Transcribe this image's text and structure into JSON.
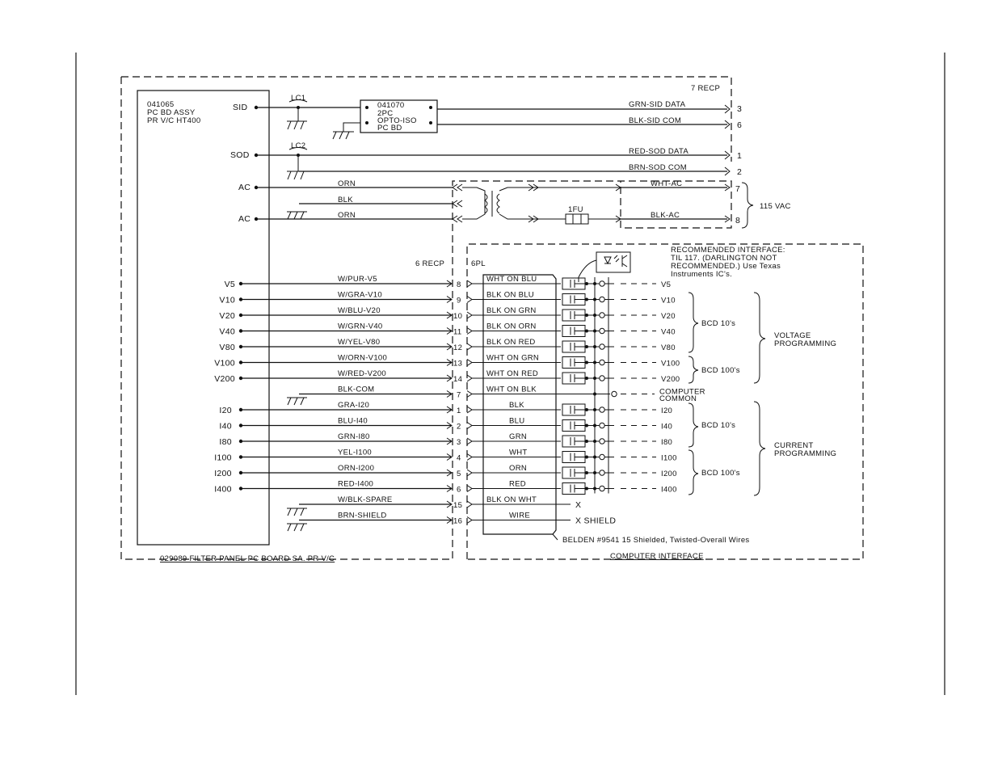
{
  "board": {
    "line1": "041065",
    "line2": "PC BD ASSY",
    "line3": "PR V/C HT400"
  },
  "opto": {
    "line1": "041070",
    "line2": "2PC",
    "line3": "OPTO-ISO",
    "line4": "PC BD"
  },
  "chokes": {
    "lc1": "LC1",
    "lc2": "LC2"
  },
  "fuse": "1FU",
  "recp7": "7 RECP",
  "recp6": "6 RECP",
  "plug6": "6PL",
  "vac_label": "115 VAC",
  "top_signals": [
    {
      "name": "SID",
      "wire": "GRN-SID DATA",
      "pin": "3"
    },
    {
      "name": "",
      "wire": "BLK-SID COM",
      "pin": "6"
    },
    {
      "name": "SOD",
      "wire": "RED-SOD DATA",
      "pin": "1"
    },
    {
      "name": "",
      "wire": "BRN-SOD COM",
      "pin": "2"
    }
  ],
  "ac_lines": [
    {
      "name": "AC",
      "wire": "ORN",
      "out": "WHT-AC",
      "pin": "7"
    },
    {
      "name": "",
      "wire": "BLK",
      "out": "",
      "pin": ""
    },
    {
      "name": "AC",
      "wire": "ORN",
      "out": "BLK-AC",
      "pin": "8"
    }
  ],
  "prog_lines": [
    {
      "name": "V5",
      "wire": "W/PUR-V5",
      "pin": "8",
      "cable": "WHT ON BLU",
      "out": "V5"
    },
    {
      "name": "V10",
      "wire": "W/GRA-V10",
      "pin": "9",
      "cable": "BLK ON BLU",
      "out": "V10"
    },
    {
      "name": "V20",
      "wire": "W/BLU-V20",
      "pin": "10",
      "cable": "BLK ON GRN",
      "out": "V20"
    },
    {
      "name": "V40",
      "wire": "W/GRN-V40",
      "pin": "11",
      "cable": "BLK ON ORN",
      "out": "V40"
    },
    {
      "name": "V80",
      "wire": "W/YEL-V80",
      "pin": "12",
      "cable": "BLK ON RED",
      "out": "V80"
    },
    {
      "name": "V100",
      "wire": "W/ORN-V100",
      "pin": "13",
      "cable": "WHT ON GRN",
      "out": "V100"
    },
    {
      "name": "V200",
      "wire": "W/RED-V200",
      "pin": "14",
      "cable": "WHT ON RED",
      "out": "V200"
    },
    {
      "name": "",
      "wire": "BLK-COM",
      "pin": "7",
      "cable": "WHT ON BLK",
      "out": "COMPUTER"
    },
    {
      "name": "I20",
      "wire": "GRA-I20",
      "pin": "1",
      "cable": "BLK",
      "out": "I20"
    },
    {
      "name": "I40",
      "wire": "BLU-I40",
      "pin": "2",
      "cable": "BLU",
      "out": "I40"
    },
    {
      "name": "I80",
      "wire": "GRN-I80",
      "pin": "3",
      "cable": "GRN",
      "out": "I80"
    },
    {
      "name": "I100",
      "wire": "YEL-I100",
      "pin": "4",
      "cable": "WHT",
      "out": "I100"
    },
    {
      "name": "I200",
      "wire": "ORN-I200",
      "pin": "5",
      "cable": "ORN",
      "out": "I200"
    },
    {
      "name": "I400",
      "wire": "RED-I400",
      "pin": "6",
      "cable": "RED",
      "out": "I400"
    },
    {
      "name": "",
      "wire": "W/BLK-SPARE",
      "pin": "15",
      "cable": "BLK ON WHT",
      "out": "X"
    },
    {
      "name": "",
      "wire": "BRN-SHIELD",
      "pin": "16",
      "cable": "WIRE",
      "out": "X SHIELD"
    }
  ],
  "computer_common_2": "COMMON",
  "interface_note": {
    "line1": "RECOMMENDED INTERFACE:",
    "line2": "TIL 117. (DARLINGTON NOT",
    "line3": "RECOMMENDED.) Use Texas",
    "line4": "Instruments IC's."
  },
  "groups": {
    "bcd10_v": "BCD 10's",
    "bcd100_v": "BCD 100's",
    "bcd10_i": "BCD 10's",
    "bcd100_i": "BCD 100's",
    "voltage_1": "VOLTAGE",
    "voltage_2": "PROGRAMMING",
    "current_1": "CURRENT",
    "current_2": "PROGRAMMING"
  },
  "belden": "BELDEN #9541 15 Shielded, Twisted-Overall Wires",
  "footer_left": "029089 FILTER PANEL-PC BOARD SA. PR V/C",
  "footer_right": "COMPUTER INTERFACE"
}
